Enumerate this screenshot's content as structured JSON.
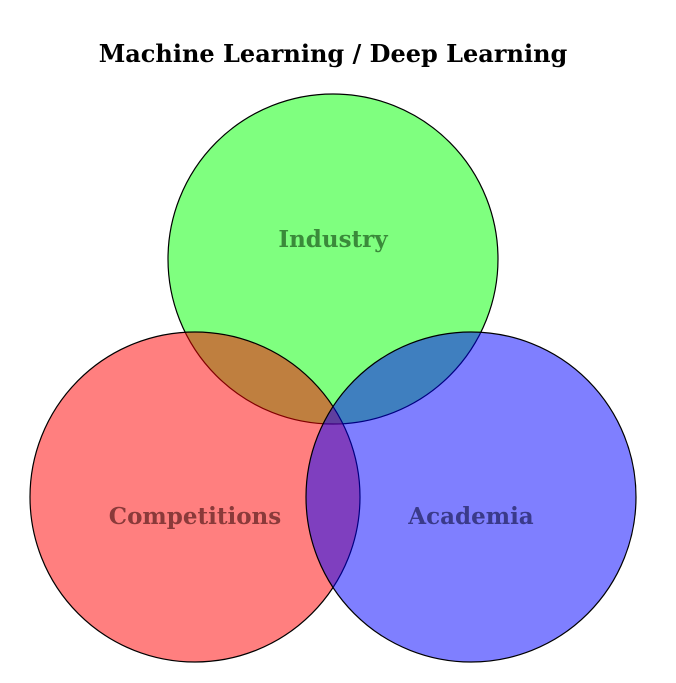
{
  "title": "Machine Learning / Deep Learning",
  "sets": [
    {
      "id": "industry",
      "label": "Industry",
      "color": "#00ff00",
      "label_color": "#3a8a3a"
    },
    {
      "id": "competitions",
      "label": "Competitions",
      "color": "#ff0000",
      "label_color": "#8a3a3a"
    },
    {
      "id": "academia",
      "label": "Academia",
      "color": "#0000ff",
      "label_color": "#3a3a8a"
    }
  ],
  "fill_opacity": 0.5
}
